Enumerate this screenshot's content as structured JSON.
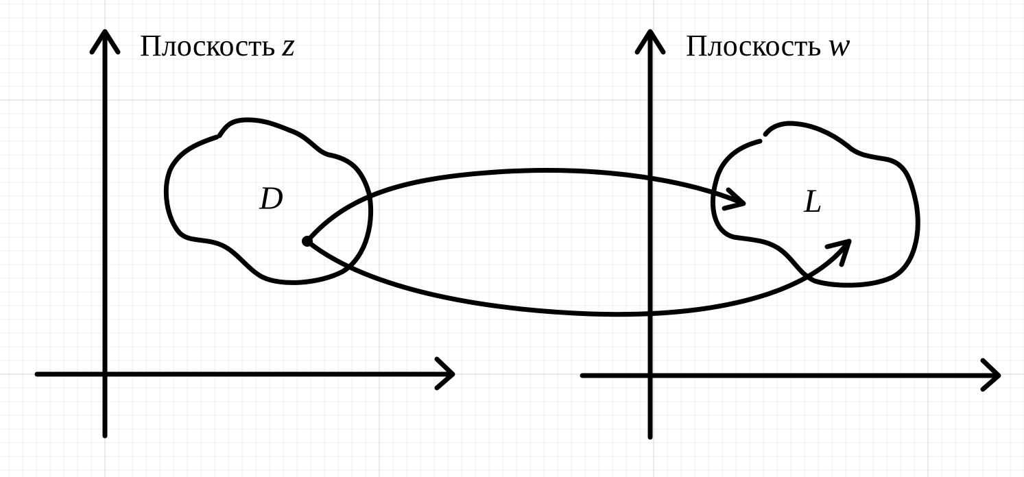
{
  "planes": {
    "z": {
      "title": "Плоскость",
      "variable": "z",
      "region_label": "D"
    },
    "w": {
      "title": "Плоскость",
      "variable": "w",
      "region_label": "L"
    }
  },
  "colors": {
    "ink": "#000000",
    "grid_major": "#d6d6d6",
    "grid_minor": "#ececec",
    "background": "#ffffff"
  }
}
